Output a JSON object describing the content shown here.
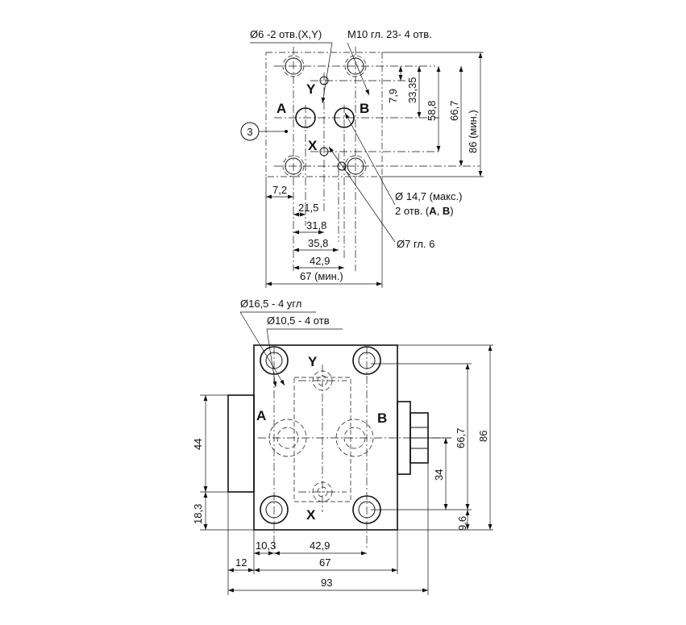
{
  "top_view": {
    "callout_holes_xy": "Ø6 -2 отв.(X,Y)",
    "callout_thread": "M10 гл. 23- 4 отв.",
    "callout_port_dia": "Ø 14,7 (макс.)",
    "callout_port_count_prefix": "2 отв. (",
    "callout_port_a": "A",
    "callout_port_sep": ", ",
    "callout_port_b": "B",
    "callout_port_count_suffix": ")",
    "callout_pin": "Ø7 гл. 6",
    "port_labels": {
      "a": "A",
      "b": "B",
      "x": "X",
      "y": "Y"
    },
    "item_number": "3",
    "dims_horizontal": [
      "7,2",
      "21,5",
      "31,8",
      "35,8",
      "42,9",
      "67 (мин.)"
    ],
    "dims_vertical": [
      "7,9",
      "33,35",
      "58,8",
      "66,7",
      "86 (мин.)"
    ]
  },
  "bottom_view": {
    "callout_counterbore": "Ø16,5 - 4 угл",
    "callout_bolt": "Ø10,5 - 4 отв",
    "port_labels": {
      "a": "A",
      "b": "B",
      "x": "X",
      "y": "Y"
    },
    "dims_left": [
      "44",
      "18,3"
    ],
    "dims_right": [
      "66,7",
      "86",
      "34",
      "9,6"
    ],
    "dims_bottom": [
      "10,3",
      "42,9",
      "12",
      "67",
      "93"
    ]
  }
}
